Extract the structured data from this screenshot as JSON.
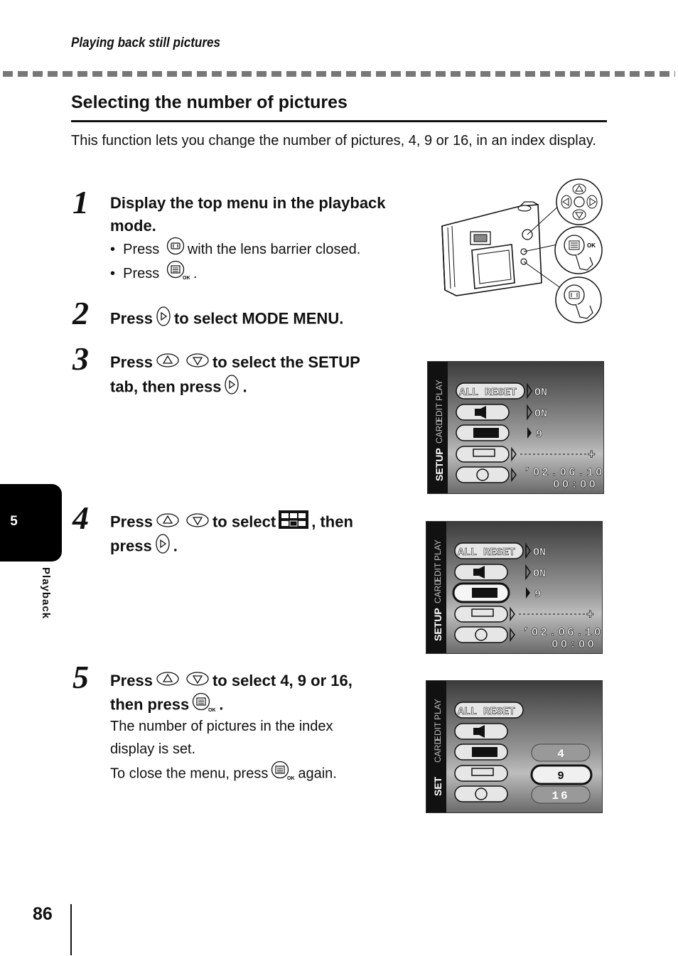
{
  "header": {
    "running_head": "Playing back still pictures"
  },
  "section": {
    "title": "Selecting the number of pictures",
    "intro": "This function lets you change the number of pictures, 4, 9 or 16, in an index display."
  },
  "steps": [
    {
      "num": "1",
      "title_a": "Display the top menu in the playback",
      "title_b": "mode.",
      "bullets": [
        {
          "dot": "•",
          "pre": "Press",
          "post": "with the lens barrier closed."
        },
        {
          "dot": "•",
          "pre": "Press",
          "post": "."
        }
      ]
    },
    {
      "num": "2",
      "pre": "Press",
      "post": "to select MODE MENU."
    },
    {
      "num": "3",
      "pre": "Press",
      "mid": "to select the SETUP",
      "line2_pre": "tab, then press",
      "line2_post": "."
    },
    {
      "num": "4",
      "pre": "Press",
      "mid": "to select",
      "post": ", then",
      "line2_pre": "press",
      "line2_post": "."
    },
    {
      "num": "5",
      "pre": "Press",
      "mid": "to select 4, 9 or 16,",
      "line2_pre": "then press",
      "line2_post": ".",
      "body1": "The number of pictures in the index",
      "body2": "display is set.",
      "body3_pre": "To close the menu, press",
      "body3_post": "again."
    }
  ],
  "lcd": {
    "all_reset": "ALL RESET",
    "on": "ON",
    "nine": "9",
    "date": "’02.06.10",
    "time": "00:00",
    "tabs": [
      "PLAY",
      "EDIT",
      "CARD",
      "SETUP"
    ],
    "tab_short": "SET",
    "options": [
      "4",
      "9",
      "16"
    ],
    "ok": "OK"
  },
  "sidebar": {
    "chapter": "5",
    "label": "Playback"
  },
  "footer": {
    "page_number": "86"
  }
}
